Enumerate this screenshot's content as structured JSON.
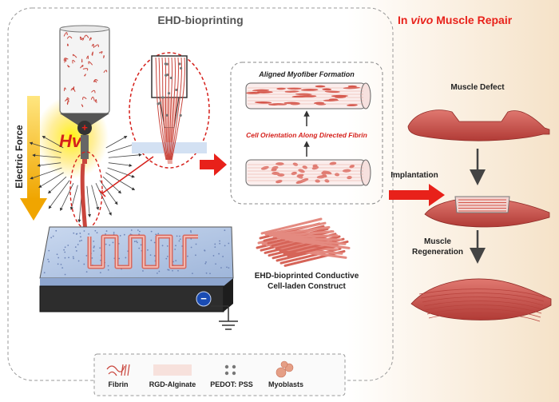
{
  "left_panel": {
    "title": "EHD-bioprinting",
    "electric_force_label": "Electric Force",
    "hv_label": "Hv",
    "aligned_formation_label": "Aligned Myofiber Formation",
    "orientation_label": "Cell Orientation Along Directed  Fibrin",
    "construct_label_line1": "EHD-bioprinted Conductive",
    "construct_label_line2": "Cell-laden Construct"
  },
  "right_panel": {
    "title_prefix": "In ",
    "title_italic": "vivo",
    "title_suffix": " Muscle Repair",
    "muscle_defect_label": "Muscle Defect",
    "implantation_label": "Implantation",
    "regeneration_line1": "Muscle",
    "regeneration_line2": "Regeneration"
  },
  "legend": {
    "items": [
      {
        "label": "Fibrin",
        "icon": "fibrin-icon"
      },
      {
        "label": "RGD-Alginate",
        "icon": "rgd-alginate-icon"
      },
      {
        "label": "PEDOT: PSS",
        "icon": "pedot-pss-icon"
      },
      {
        "label": "Myoblasts",
        "icon": "myoblasts-icon"
      }
    ]
  },
  "colors": {
    "accent_red": "#e8211a",
    "fibrin_red": "#c9453c",
    "muscle": "#c9534d",
    "printer_blue": "#b7c9e6",
    "gold": "#f5b400"
  }
}
